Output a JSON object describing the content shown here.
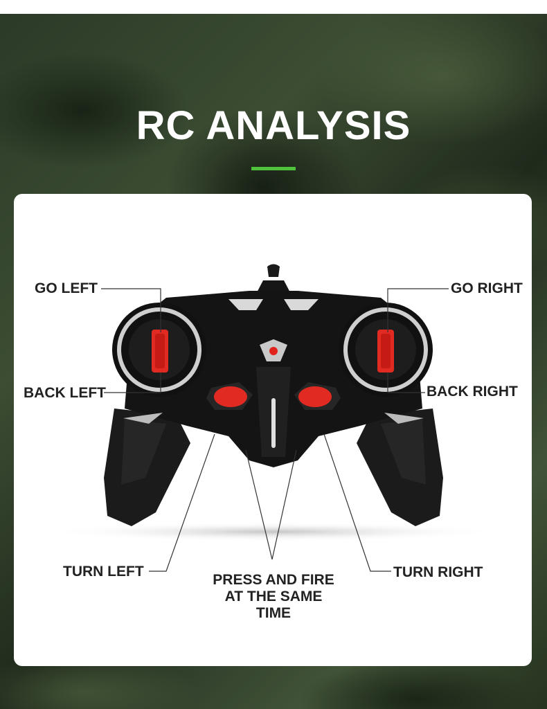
{
  "title": "RC ANALYSIS",
  "accent_color": "#4fc33c",
  "labels": {
    "go_left": "GO LEFT",
    "go_right": "GO RIGHT",
    "back_left": "BACK LEFT",
    "back_right": "BACK RIGHT",
    "turn_left": "TURN LEFT",
    "turn_right": "TURN RIGHT",
    "press_fire_line1": "PRESS AND FIRE",
    "press_fire_line2": "AT THE SAME",
    "press_fire_line3": "TIME"
  }
}
